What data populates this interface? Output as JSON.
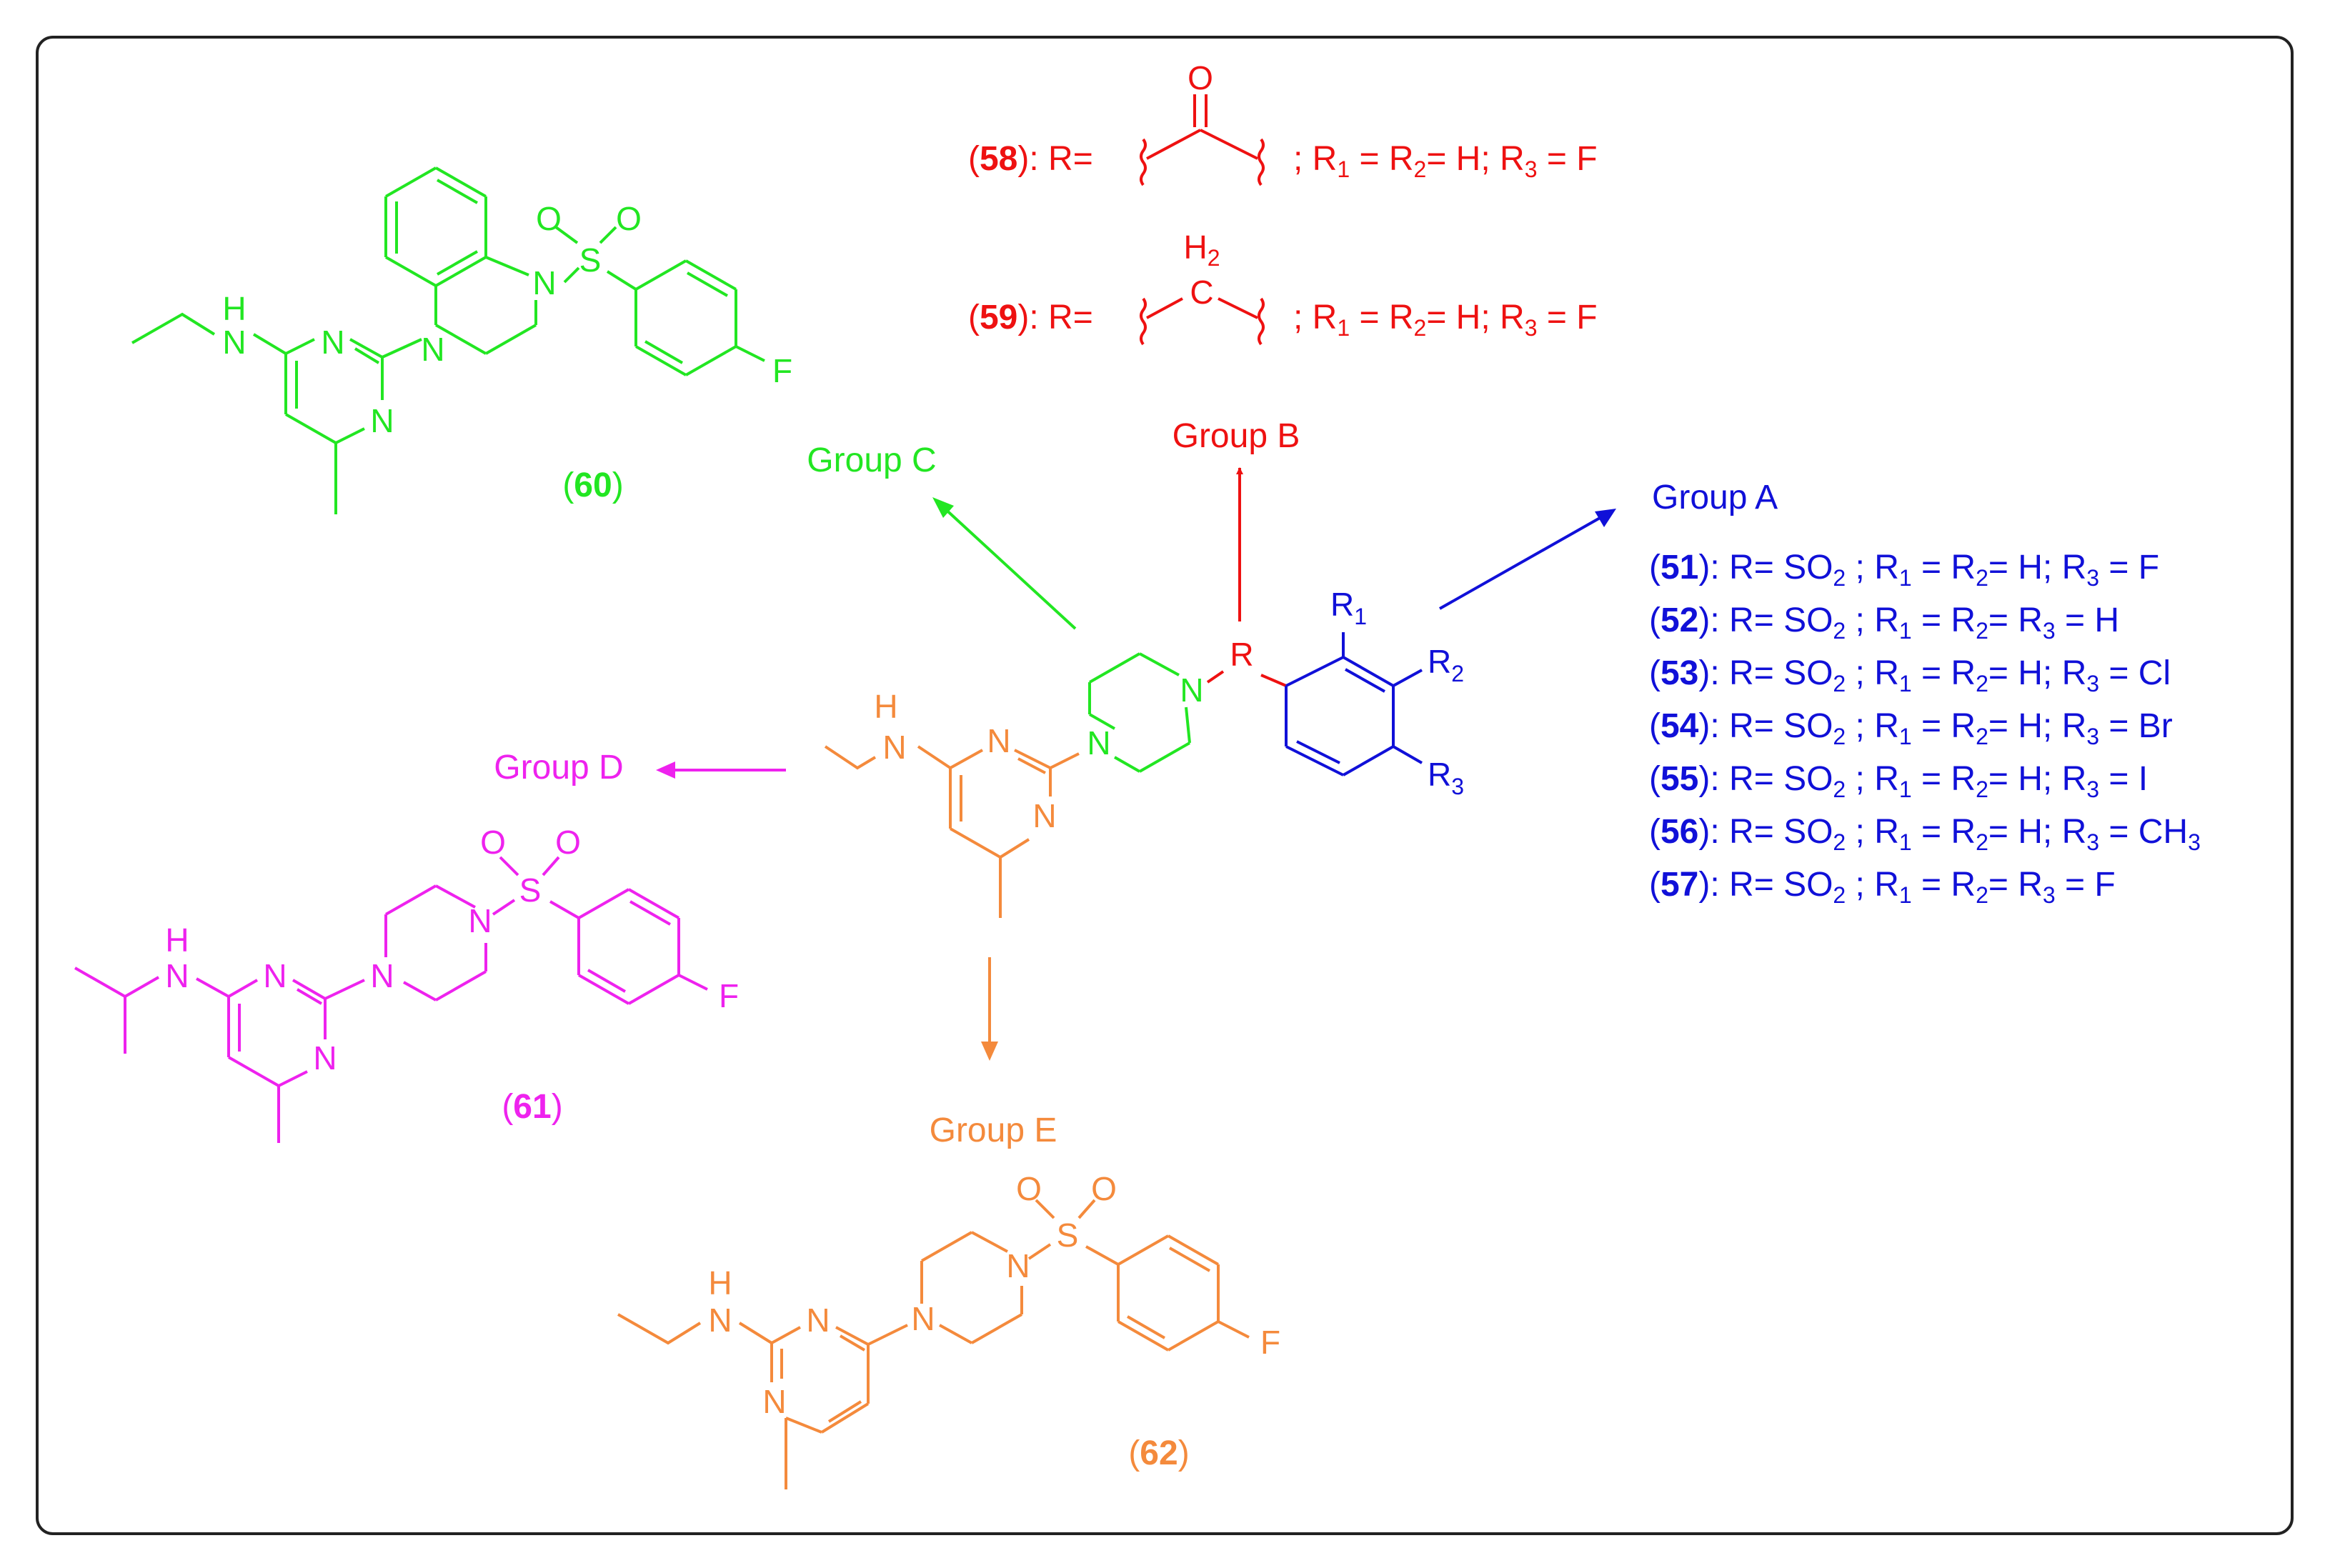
{
  "colors": {
    "group_a": "#1010d8",
    "group_b": "#ee1111",
    "group_c": "#22e622",
    "group_d": "#ee22ee",
    "group_e": "#f48a3c",
    "frame": "#222222"
  },
  "groups": {
    "a": "Group A",
    "b": "Group B",
    "c": "Group C",
    "d": "Group D",
    "e": "Group E"
  },
  "core": {
    "atoms": {
      "nh_h": "H",
      "nh_n": "N",
      "n1": "N",
      "n2": "N",
      "pip_n1": "N",
      "pip_n2": "N",
      "r": "R",
      "r1": "R",
      "r1_sub": "1",
      "r2": "R",
      "r2_sub": "2",
      "r3": "R",
      "r3_sub": "3"
    }
  },
  "group_a_entries": [
    {
      "num": "51",
      "text": "R= SO2 ; R1 = R2= H; R3 = F"
    },
    {
      "num": "52",
      "text": "R= SO2 ; R1 = R2= R3 = H"
    },
    {
      "num": "53",
      "text": "R= SO2 ; R1 = R2= H; R3 = Cl"
    },
    {
      "num": "54",
      "text": "R= SO2 ; R1 = R2= H; R3 = Br"
    },
    {
      "num": "55",
      "text": "R= SO2 ; R1 = R2= H; R3 = I"
    },
    {
      "num": "56",
      "text": "R= SO2 ; R1 = R2= H; R3 = CH3"
    },
    {
      "num": "57",
      "text": "R= SO2 ; R1 = R2= R3 = F"
    }
  ],
  "group_b_entries": [
    {
      "num": "58",
      "prefix": "R=",
      "suffix": "; R1 = R2= H; R3 = F",
      "atom": "O"
    },
    {
      "num": "59",
      "prefix": "R=",
      "suffix": "; R1 = R2= H; R3 = F",
      "atom": "C",
      "atom_top": "H2"
    }
  ],
  "compounds": {
    "c60": {
      "label": "60",
      "atoms": {
        "nh_h": "H",
        "nh_n": "N",
        "n1": "N",
        "n2": "N",
        "ring_n1": "N",
        "ring_n2": "N",
        "s": "S",
        "o1": "O",
        "o2": "O",
        "f": "F"
      }
    },
    "c61": {
      "label": "61",
      "atoms": {
        "nh_h": "H",
        "nh_n": "N",
        "n1": "N",
        "n2": "N",
        "pip_n1": "N",
        "pip_n2": "N",
        "s": "S",
        "o1": "O",
        "o2": "O",
        "f": "F"
      }
    },
    "c62": {
      "label": "62",
      "atoms": {
        "nh_h": "H",
        "nh_n": "N",
        "n1": "N",
        "n2": "N",
        "pip_n1": "N",
        "pip_n2": "N",
        "s": "S",
        "o1": "O",
        "o2": "O",
        "f": "F"
      }
    }
  }
}
